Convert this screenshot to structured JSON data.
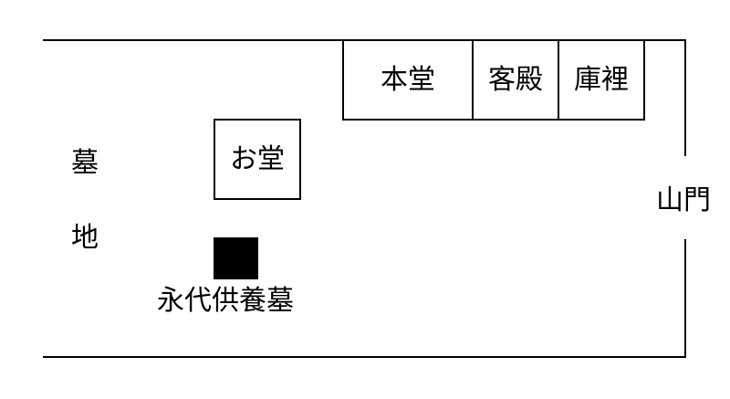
{
  "labels": {
    "hondo": "本堂",
    "kyakuden": "客殿",
    "kuri": "庫裡",
    "odo": "お堂",
    "bochi_1": "墓",
    "bochi_2": "地",
    "sanmon": "山門",
    "eitai_kuyo_bo": "永代供養墓"
  },
  "colors": {
    "line": "#000000",
    "background": "#ffffff",
    "marker": "#000000"
  }
}
